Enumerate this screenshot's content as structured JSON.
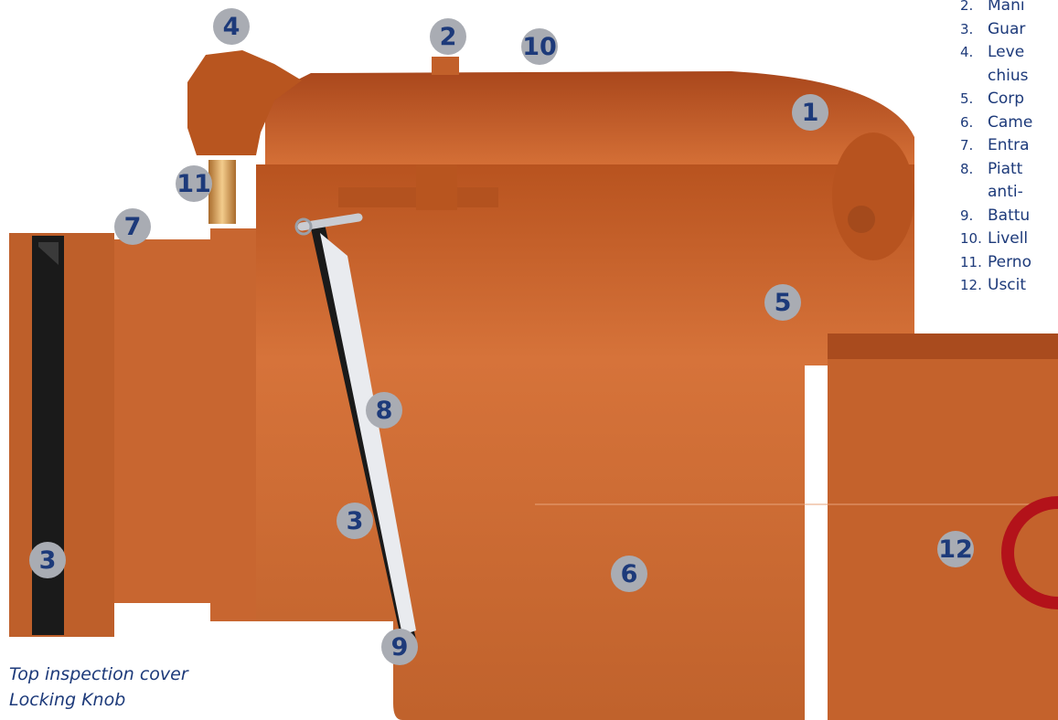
{
  "badges": [
    "1",
    "2",
    "3",
    "4",
    "5",
    "6",
    "7",
    "8",
    "9",
    "10",
    "11",
    "12"
  ],
  "badge_labels": {
    "top_knob": "4",
    "top_center": "2",
    "top_right": "10",
    "lid": "1",
    "pin": "11",
    "inlet": "7",
    "body_upper": "5",
    "flap": "8",
    "gasket_flap": "3",
    "gasket_inlet": "3",
    "chamber": "6",
    "stop": "9",
    "outlet": "12"
  },
  "legend": [
    {
      "num": "2.",
      "text": "Mani"
    },
    {
      "num": "3.",
      "text": "Guar"
    },
    {
      "num": "4.",
      "text": "Leve",
      "cont": "chius"
    },
    {
      "num": "5.",
      "text": "Corp"
    },
    {
      "num": "6.",
      "text": "Came"
    },
    {
      "num": "7.",
      "text": "Entra"
    },
    {
      "num": "8.",
      "text": "Piatt",
      "cont": "anti-"
    },
    {
      "num": "9.",
      "text": "Battu"
    },
    {
      "num": "10.",
      "text": "Livell"
    },
    {
      "num": "11.",
      "text": "Perno"
    },
    {
      "num": "12.",
      "text": "Uscit"
    }
  ],
  "caption": {
    "line1": "Top inspection cover",
    "line2": "Locking Knob"
  },
  "colors": {
    "body": "#c5622b",
    "body_dark": "#9c4419",
    "gasket": "#1a1a1a",
    "badge_bg": "#a9acb3",
    "badge_text": "#1d3a7a",
    "text": "#1d3a7a",
    "brass": "#d9a15c"
  }
}
